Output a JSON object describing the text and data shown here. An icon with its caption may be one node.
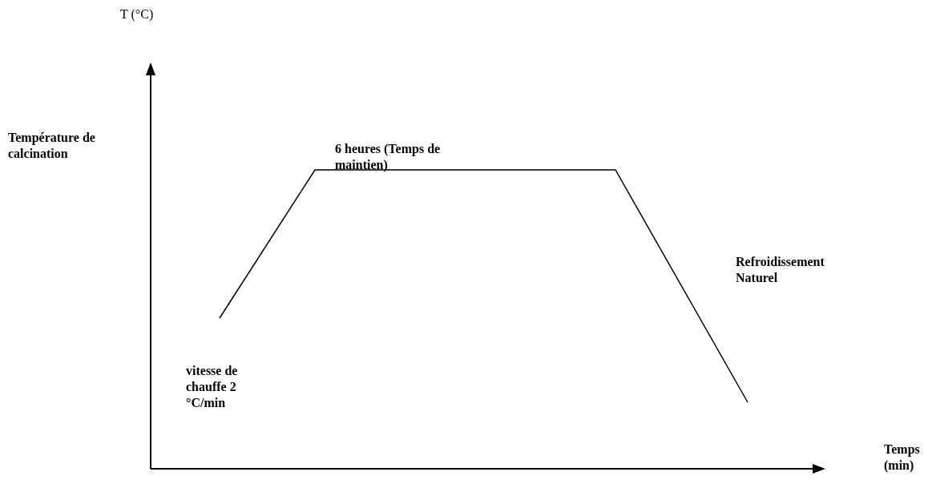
{
  "diagram": {
    "labels": [
      "T (°C)",
      "Température de calcination",
      "6 heures (Temps de maintien)",
      "Refroidissement Naturel",
      "vitesse de chauffe 2 °C/min",
      "Temps (min)"
    ]
  }
}
